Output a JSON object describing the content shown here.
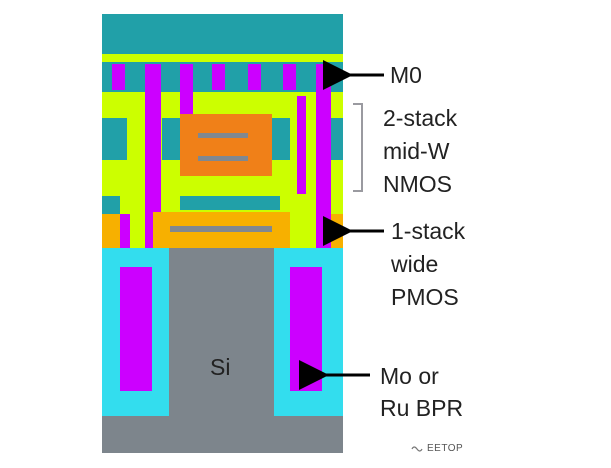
{
  "labels": {
    "m0": "M0",
    "nmos": [
      "2-stack",
      "mid-W",
      "NMOS"
    ],
    "pmos": [
      "1-stack",
      "wide",
      "PMOS"
    ],
    "bpr": [
      "Mo or",
      "Ru BPR"
    ],
    "si": "Si"
  },
  "watermark": "EETOP",
  "colors": {
    "metal_magenta": "#cc00ff",
    "top_teal": "#21a0a8",
    "contact_lime": "#ccff00",
    "nmos_block_orange": "#f08018",
    "pmos_block_orange": "#f7b000",
    "channel_gray": "#808890",
    "liner_cyan": "#33ddee",
    "substrate_gray": "#7d858c",
    "arrow_black": "#000000",
    "bracket_gray": "#9a9aa0"
  }
}
